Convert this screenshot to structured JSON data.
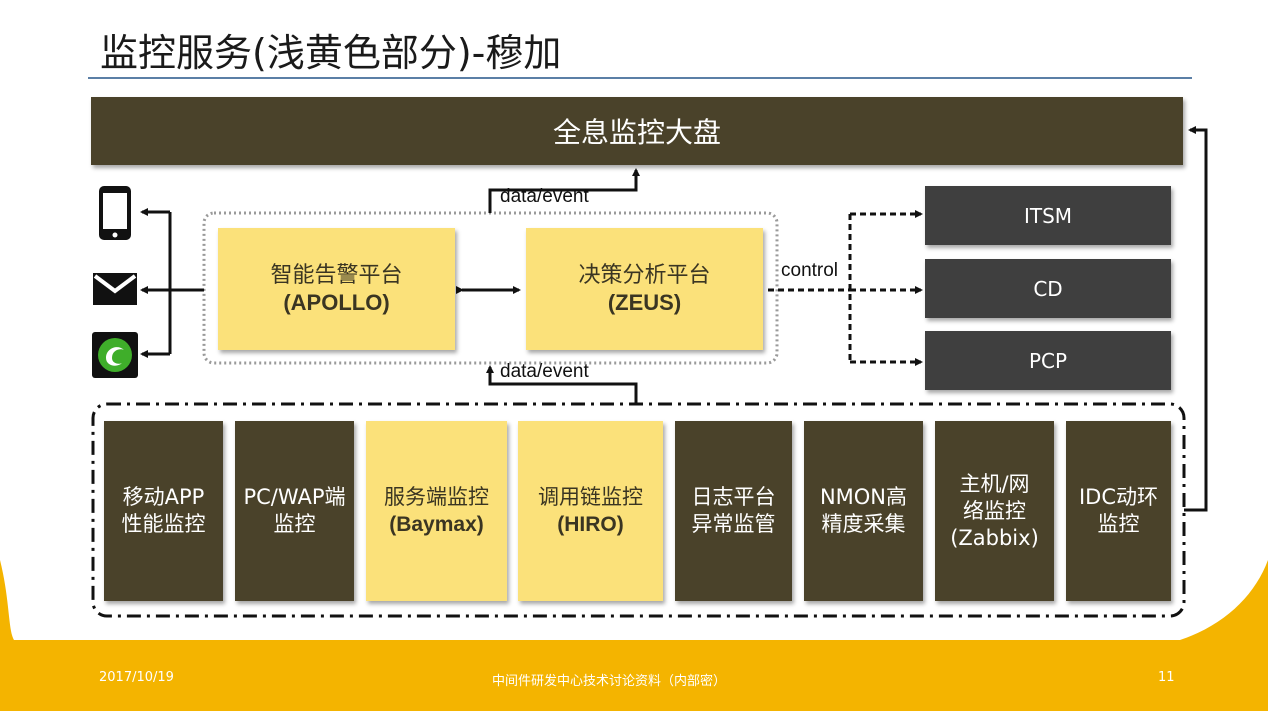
{
  "slide": {
    "title": "监控服务(浅黄色部分)-穆加",
    "top_banner": "全息监控大盘",
    "platforms": [
      {
        "name": "智能告警平台",
        "code": "(APOLLO)"
      },
      {
        "name": "决策分析平台",
        "code": "(ZEUS)"
      }
    ],
    "labels": {
      "top_flow": "data/event",
      "bottom_flow": "data/event",
      "control": "control"
    },
    "control_targets": [
      "ITSM",
      "CD",
      "PCP"
    ],
    "notify_channels": [
      "phone-icon",
      "mail-icon",
      "wechat-icon"
    ],
    "monitors": [
      {
        "lines": [
          "移动APP",
          "性能监控"
        ],
        "highlight": false
      },
      {
        "lines": [
          "PC/WAP端",
          "监控"
        ],
        "highlight": false
      },
      {
        "lines": [
          "服务端监控",
          "(Baymax)"
        ],
        "highlight": true
      },
      {
        "lines": [
          "调用链监控",
          "(HIRO)"
        ],
        "highlight": true
      },
      {
        "lines": [
          "日志平台",
          "异常监管"
        ],
        "highlight": false
      },
      {
        "lines": [
          "NMON高",
          "精度采集"
        ],
        "highlight": false
      },
      {
        "lines": [
          "主机/网",
          "络监控",
          "(Zabbix)"
        ],
        "highlight": false
      },
      {
        "lines": [
          "IDC动环",
          "监控"
        ],
        "highlight": false
      }
    ],
    "footer": {
      "date": "2017/10/19",
      "center": "中间件研发中心技术讨论资料（内部密）",
      "page": "11"
    },
    "colors": {
      "dark_box": "#4a422a",
      "yellow_box": "#fbe17a",
      "grey_box": "#3f3f3f",
      "footer_bar": "#f4b400",
      "title_rule": "#5b7fa6"
    }
  }
}
